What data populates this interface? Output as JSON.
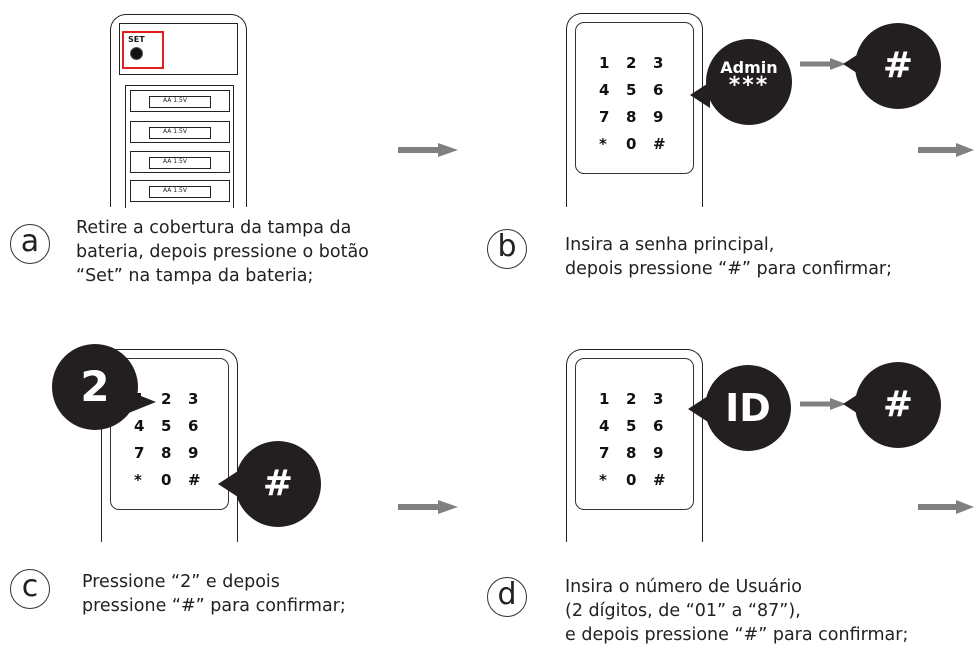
{
  "colors": {
    "bubble": "#231f20",
    "set_highlight": "#e02020",
    "arrow": "#808080"
  },
  "keypad_keys": [
    "1",
    "2",
    "3",
    "4",
    "5",
    "6",
    "7",
    "8",
    "9",
    "*",
    "0",
    "#"
  ],
  "battery": {
    "set_label": "SET",
    "cells": [
      "AA 1.5V",
      "AA 1.5V",
      "AA 1.5V",
      "AA 1.5V"
    ]
  },
  "steps": [
    {
      "letter": "a",
      "caption": [
        "Retire a cobertura da tampa da",
        "bateria, depois pressione o botão",
        "“Set” na tampa da bateria;"
      ]
    },
    {
      "letter": "b",
      "caption": [
        "Insira a senha principal,",
        "depois pressione “#” para confirmar;"
      ],
      "bubble_admin_line1": "Admin",
      "bubble_admin_line2": "***",
      "bubble_hash": "#"
    },
    {
      "letter": "c",
      "caption": [
        "Pressione “2” e depois",
        "pressione “#” para confirmar;"
      ],
      "bubble_two": "2",
      "bubble_hash": "#"
    },
    {
      "letter": "d",
      "caption": [
        "Insira o número de Usuário",
        "(2 dígitos, de “01” a “87”),",
        "e depois pressione “#” para confirmar;"
      ],
      "bubble_id": "ID",
      "bubble_hash": "#"
    }
  ],
  "icons": [
    "arrow-right-icon",
    "set-button-icon",
    "battery-icon"
  ]
}
